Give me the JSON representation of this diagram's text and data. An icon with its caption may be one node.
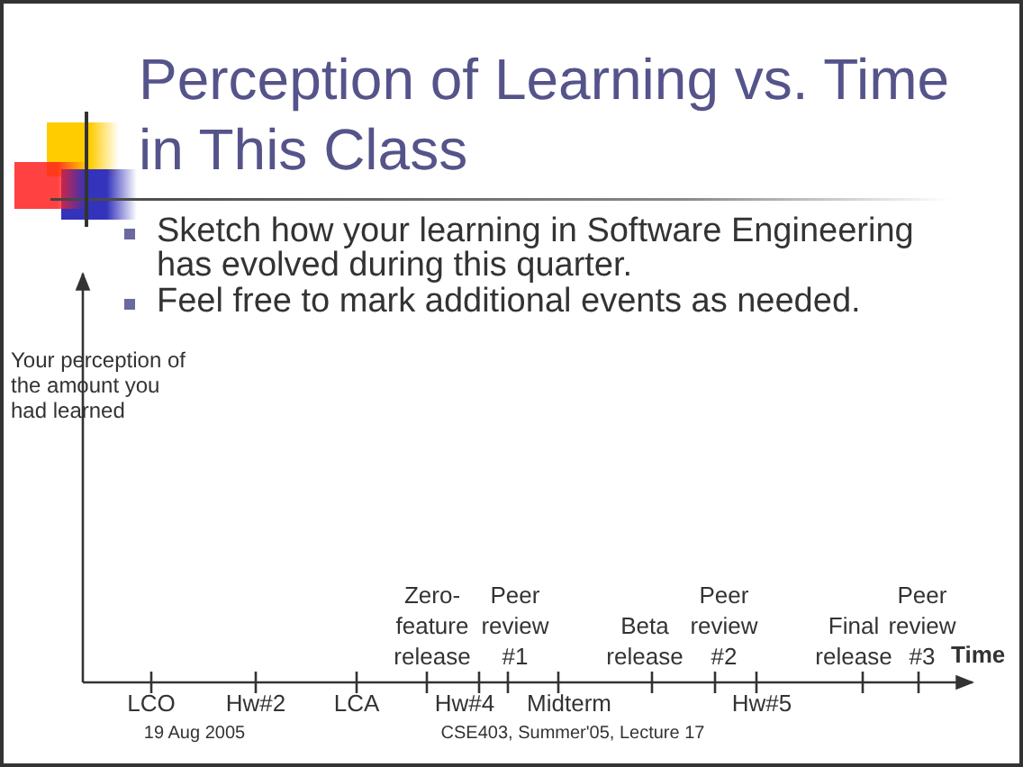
{
  "diagram": {
    "title": "Perception of Learning vs. Time in This Class",
    "labels": [
      "Sketch how your learning in Software Engineering has evolved during this quarter.",
      "Feel free to mark additional events as needed.",
      "Your perception of the amount you had learned",
      "Zero-feature release",
      "Peer review #1",
      "Beta release",
      "Peer review #2",
      "Final release",
      "Peer review #3",
      "Time",
      "LCO",
      "Hw#2",
      "LCA",
      "Hw#4",
      "Midterm",
      "Hw#5",
      "19 Aug 2005",
      "CSE403, Summer'05, Lecture 17"
    ]
  }
}
